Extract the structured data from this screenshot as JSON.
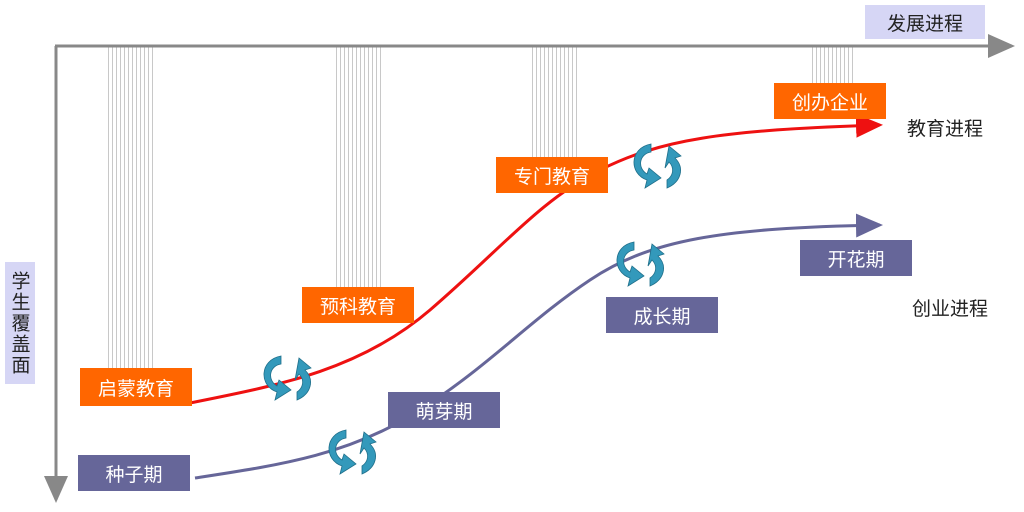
{
  "axes": {
    "x_label": "发展进程",
    "y_label": "学生覆盖面"
  },
  "education": {
    "label": "教育进程",
    "stages": [
      "启蒙教育",
      "预科教育",
      "专门教育",
      "创办企业"
    ]
  },
  "entrepreneurship": {
    "label": "创业进程",
    "stages": [
      "种子期",
      "萌芽期",
      "成长期",
      "开花期"
    ]
  },
  "colors": {
    "education": "#ee1111",
    "entrepreneurship": "#666699",
    "stage_box": "#ff6600",
    "cycle": "#3399bb",
    "axis_label_bg": "#d6d6f5"
  }
}
